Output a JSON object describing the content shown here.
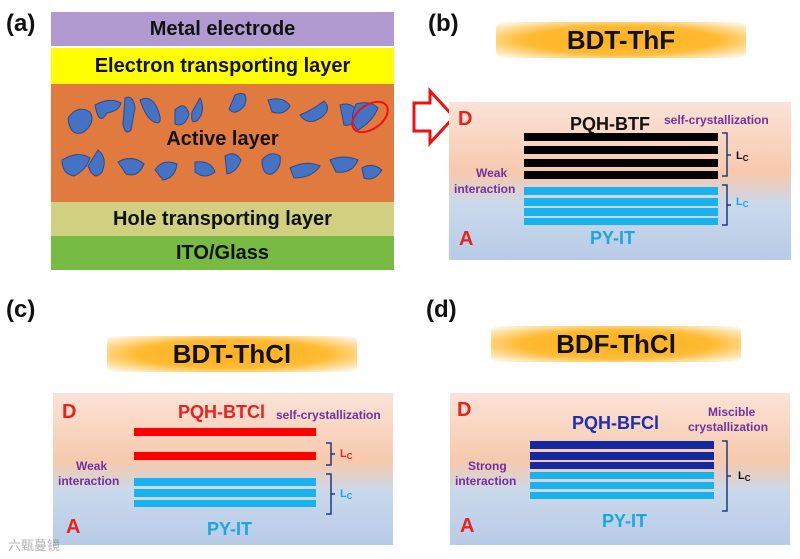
{
  "panels": {
    "a": {
      "label": "(a)",
      "layers": {
        "metal": "Metal electrode",
        "etl": "Electron transporting layer",
        "active": "Active layer",
        "htl": "Hole transporting layer",
        "ito": "ITO/Glass"
      }
    },
    "b": {
      "label": "(b)",
      "title": "BDT-ThF",
      "donor_marker": "D",
      "acceptor_marker": "A",
      "donor_name": "PQH-BTF",
      "acceptor_name": "PY-IT",
      "behavior": "self-crystallization",
      "interaction": [
        "Weak",
        "interaction"
      ],
      "lc_main": "L",
      "lc_sub": "C"
    },
    "c": {
      "label": "(c)",
      "title": "BDT-ThCl",
      "donor_marker": "D",
      "acceptor_marker": "A",
      "donor_name": "PQH-BTCl",
      "acceptor_name": "PY-IT",
      "behavior": "self-crystallization",
      "interaction": [
        "Weak",
        "interaction"
      ],
      "lc_main": "L",
      "lc_sub": "C"
    },
    "d": {
      "label": "(d)",
      "title": "BDF-ThCl",
      "donor_marker": "D",
      "acceptor_marker": "A",
      "donor_name": "PQH-BFCl",
      "acceptor_name": "PY-IT",
      "behavior": [
        "Miscible",
        "crystallization"
      ],
      "interaction": [
        "Strong",
        "interaction"
      ],
      "lc_main": "L",
      "lc_sub": "C"
    }
  },
  "watermark": "六甄蔓镜",
  "colors": {
    "metal": "#b09ad0",
    "etl": "#ffff00",
    "active": "#e07a3e",
    "domain": "#4472c4",
    "htl": "#d0d080",
    "ito": "#77bb44",
    "donor_black": "#000000",
    "donor_red": "#ff0000",
    "donor_navy": "#1428a0",
    "acceptor_cyan": "#1ab2ec"
  }
}
